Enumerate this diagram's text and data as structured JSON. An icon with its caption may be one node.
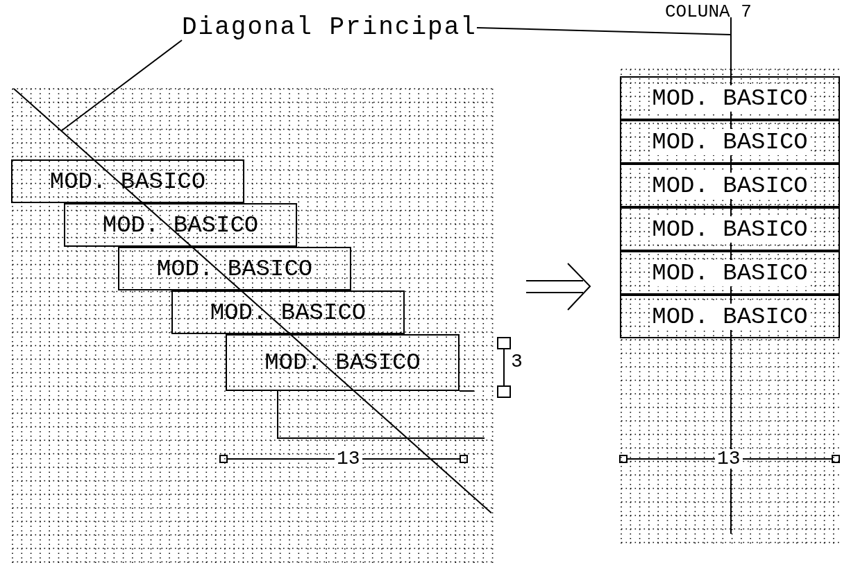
{
  "diagram": {
    "nodes": [
      {
        "text": [
          "Diagonal Principal"
        ]
      },
      {
        "text": [],
        "shape": "line"
      },
      {
        "text": [
          "MOD. BASICO"
        ]
      },
      {
        "text": [
          "MOD. BASICO"
        ]
      },
      {
        "text": [
          "MOD. BASICO"
        ]
      },
      {
        "text": [
          "MOD. BASICO"
        ]
      },
      {
        "text": [
          "MOD. BASICO"
        ]
      },
      {
        "text": [
          "MOD. BASICO"
        ]
      },
      {
        "text": [
          "MOD. BASICO"
        ]
      },
      {
        "text": [
          "MOD. BASICO"
        ]
      },
      {
        "text": [
          "MOD. BASICO"
        ]
      },
      {
        "text": [
          "MOD. BASICO"
        ]
      },
      {
        "text": [
          "MOD. BASICO"
        ]
      }
    ],
    "edges": [
      {
        "from": 0,
        "to": null,
        "arrow": "none"
      },
      {
        "from": 0,
        "to": 1,
        "arrow": "none"
      }
    ],
    "labels": [
      "COLUNA 7",
      "3",
      "13",
      "13"
    ]
  }
}
